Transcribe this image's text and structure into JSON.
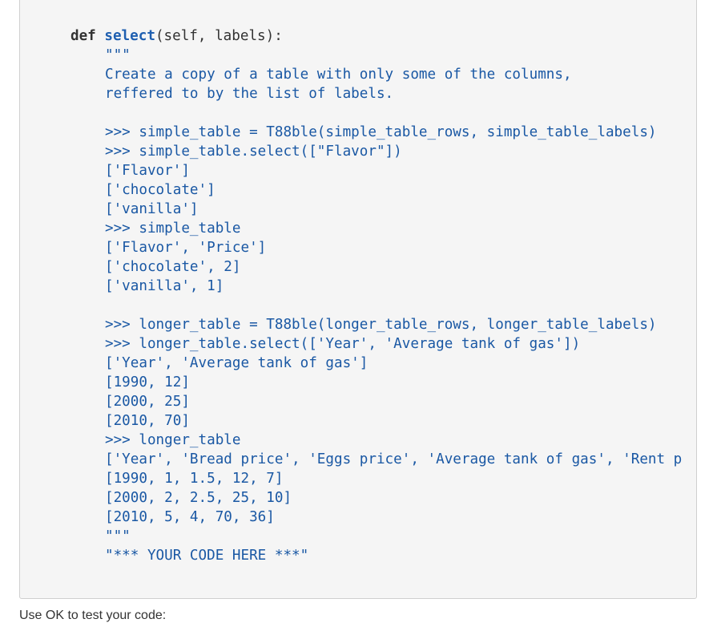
{
  "code": {
    "def_keyword": "def",
    "function_name": "select",
    "signature_rest": "(self, labels):",
    "docstring_lines": [
      "\"\"\"",
      "Create a copy of a table with only some of the columns,",
      "reffered to by the list of labels.",
      "",
      ">>> simple_table = T88ble(simple_table_rows, simple_table_labels)",
      ">>> simple_table.select([\"Flavor\"])",
      "['Flavor']",
      "['chocolate']",
      "['vanilla']",
      ">>> simple_table",
      "['Flavor', 'Price']",
      "['chocolate', 2]",
      "['vanilla', 1]",
      "",
      ">>> longer_table = T88ble(longer_table_rows, longer_table_labels)",
      ">>> longer_table.select(['Year', 'Average tank of gas'])",
      "['Year', 'Average tank of gas']",
      "[1990, 12]",
      "[2000, 25]",
      "[2010, 70]",
      ">>> longer_table",
      "['Year', 'Bread price', 'Eggs price', 'Average tank of gas', 'Rent p",
      "[1990, 1, 1.5, 12, 7]",
      "[2000, 2, 2.5, 25, 10]",
      "[2010, 5, 4, 70, 36]",
      "\"\"\""
    ],
    "return_string": "\"*** YOUR CODE HERE ***\""
  },
  "footer": {
    "text": "Use OK to test your code:"
  }
}
